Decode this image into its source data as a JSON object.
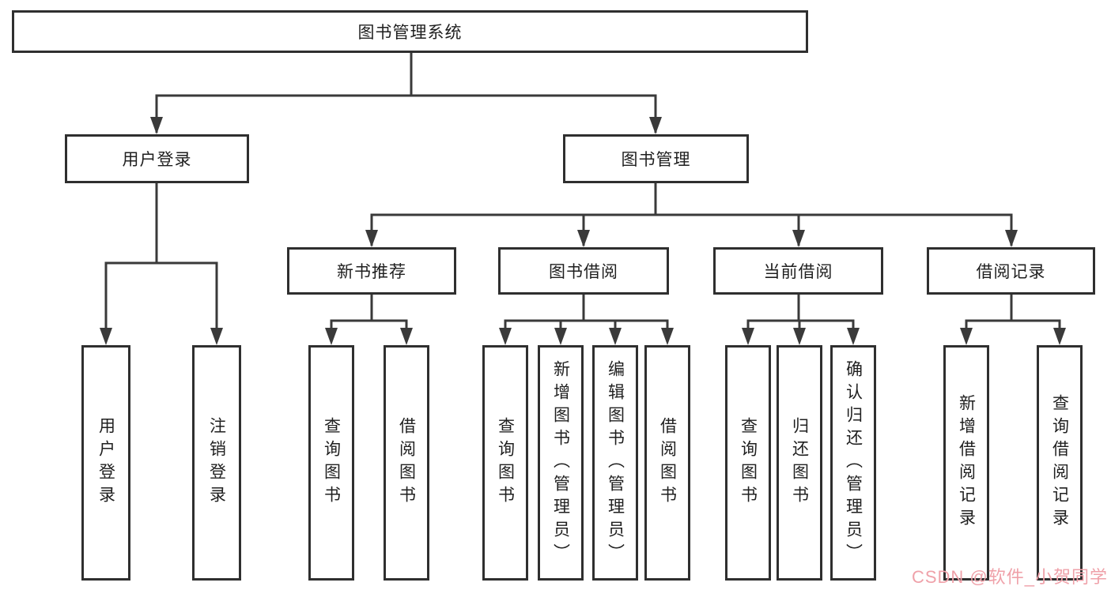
{
  "tree": {
    "label": "图书管理系统",
    "children": [
      {
        "label": "用户登录",
        "children": [
          {
            "label": "用户登录"
          },
          {
            "label": "注销登录"
          }
        ]
      },
      {
        "label": "图书管理",
        "children": [
          {
            "label": "新书推荐",
            "children": [
              {
                "label": "查询图书"
              },
              {
                "label": "借阅图书"
              }
            ]
          },
          {
            "label": "图书借阅",
            "children": [
              {
                "label": "查询图书"
              },
              {
                "label": "新增图书（管理员）"
              },
              {
                "label": "编辑图书（管理员）"
              },
              {
                "label": "借阅图书"
              }
            ]
          },
          {
            "label": "当前借阅",
            "children": [
              {
                "label": "查询图书"
              },
              {
                "label": "归还图书"
              },
              {
                "label": "确认归还（管理员）"
              }
            ]
          },
          {
            "label": "借阅记录",
            "children": [
              {
                "label": "新增借阅记录"
              },
              {
                "label": "查询借阅记录"
              }
            ]
          }
        ]
      }
    ]
  },
  "watermark": {
    "text": "CSDN @软件_小贺同学"
  },
  "colors": {
    "box_border": "#2f2f2f",
    "connector_line": "#3a3a3a",
    "text": "#1f1f1f",
    "watermark": "#efa1a9",
    "background": "#ffffff"
  }
}
